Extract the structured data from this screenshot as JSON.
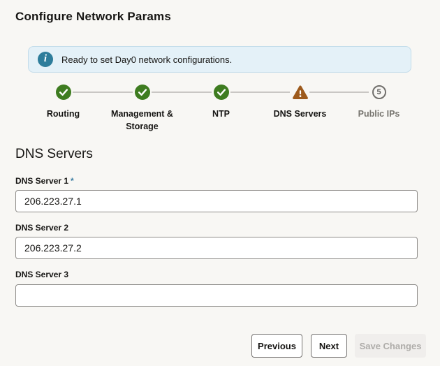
{
  "page": {
    "title": "Configure Network Params",
    "background_color": "#f8f7f4"
  },
  "banner": {
    "icon": "info-icon",
    "message": "Ready to set Day0 network configurations.",
    "background_color": "#e4f1f8",
    "icon_color": "#2e7d9b"
  },
  "stepper": {
    "steps": [
      {
        "label": "Routing",
        "state": "complete",
        "icon": "check-circle-icon"
      },
      {
        "label": "Management & Storage",
        "state": "complete",
        "icon": "check-circle-icon"
      },
      {
        "label": "NTP",
        "state": "complete",
        "icon": "check-circle-icon"
      },
      {
        "label": "DNS Servers",
        "state": "warning",
        "icon": "warning-triangle-icon"
      },
      {
        "label": "Public IPs",
        "state": "upcoming",
        "icon": "numbered-circle",
        "number": "5"
      }
    ],
    "colors": {
      "complete": "#3e7c20",
      "warning": "#9d5a1c",
      "upcoming_border": "#716f6c",
      "connector": "#c9c7c4"
    }
  },
  "section": {
    "heading": "DNS Servers"
  },
  "form": {
    "fields": [
      {
        "label": "DNS Server 1",
        "required_marker": "*",
        "value": "206.223.27.1"
      },
      {
        "label": "DNS Server 2",
        "required_marker": "",
        "value": "206.223.27.2"
      },
      {
        "label": "DNS Server 3",
        "required_marker": "",
        "value": ""
      }
    ],
    "required_marker_color": "#3c7ea3"
  },
  "buttons": {
    "previous": "Previous",
    "next": "Next",
    "save": "Save Changes"
  }
}
